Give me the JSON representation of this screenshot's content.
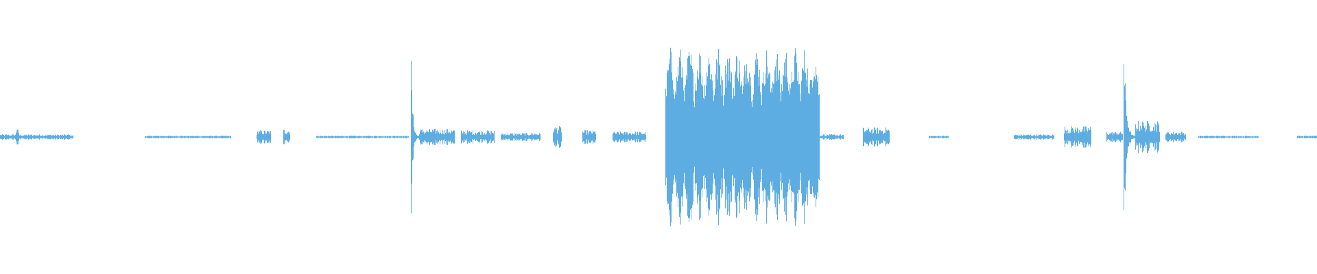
{
  "waveform": {
    "color": "#5DADE2",
    "background": "#ffffff",
    "baseline_fraction": 0.5,
    "segments": [
      {
        "from": 0.0,
        "to": 0.055,
        "amp": 0.02
      },
      {
        "from": 0.012,
        "to": 0.014,
        "amp": 0.06
      },
      {
        "from": 0.11,
        "to": 0.175,
        "amp": 0.01
      },
      {
        "from": 0.195,
        "to": 0.205,
        "amp": 0.05
      },
      {
        "from": 0.215,
        "to": 0.22,
        "amp": 0.06
      },
      {
        "from": 0.24,
        "to": 0.31,
        "amp": 0.01
      },
      {
        "from": 0.312,
        "to": 0.318,
        "amp": 0.58
      },
      {
        "from": 0.318,
        "to": 0.345,
        "amp": 0.06
      },
      {
        "from": 0.35,
        "to": 0.375,
        "amp": 0.05
      },
      {
        "from": 0.38,
        "to": 0.41,
        "amp": 0.03
      },
      {
        "from": 0.42,
        "to": 0.426,
        "amp": 0.08
      },
      {
        "from": 0.442,
        "to": 0.452,
        "amp": 0.05
      },
      {
        "from": 0.465,
        "to": 0.49,
        "amp": 0.04
      },
      {
        "from": 0.505,
        "to": 0.622,
        "amp": 0.66,
        "dense": true
      },
      {
        "from": 0.622,
        "to": 0.64,
        "amp": 0.02
      },
      {
        "from": 0.655,
        "to": 0.675,
        "amp": 0.07
      },
      {
        "from": 0.705,
        "to": 0.72,
        "amp": 0.01
      },
      {
        "from": 0.77,
        "to": 0.8,
        "amp": 0.02
      },
      {
        "from": 0.808,
        "to": 0.828,
        "amp": 0.08
      },
      {
        "from": 0.84,
        "to": 0.852,
        "amp": 0.04
      },
      {
        "from": 0.853,
        "to": 0.862,
        "amp": 0.72
      },
      {
        "from": 0.862,
        "to": 0.88,
        "amp": 0.12
      },
      {
        "from": 0.885,
        "to": 0.9,
        "amp": 0.04
      },
      {
        "from": 0.91,
        "to": 0.955,
        "amp": 0.01
      },
      {
        "from": 0.985,
        "to": 1.0,
        "amp": 0.01
      }
    ]
  }
}
